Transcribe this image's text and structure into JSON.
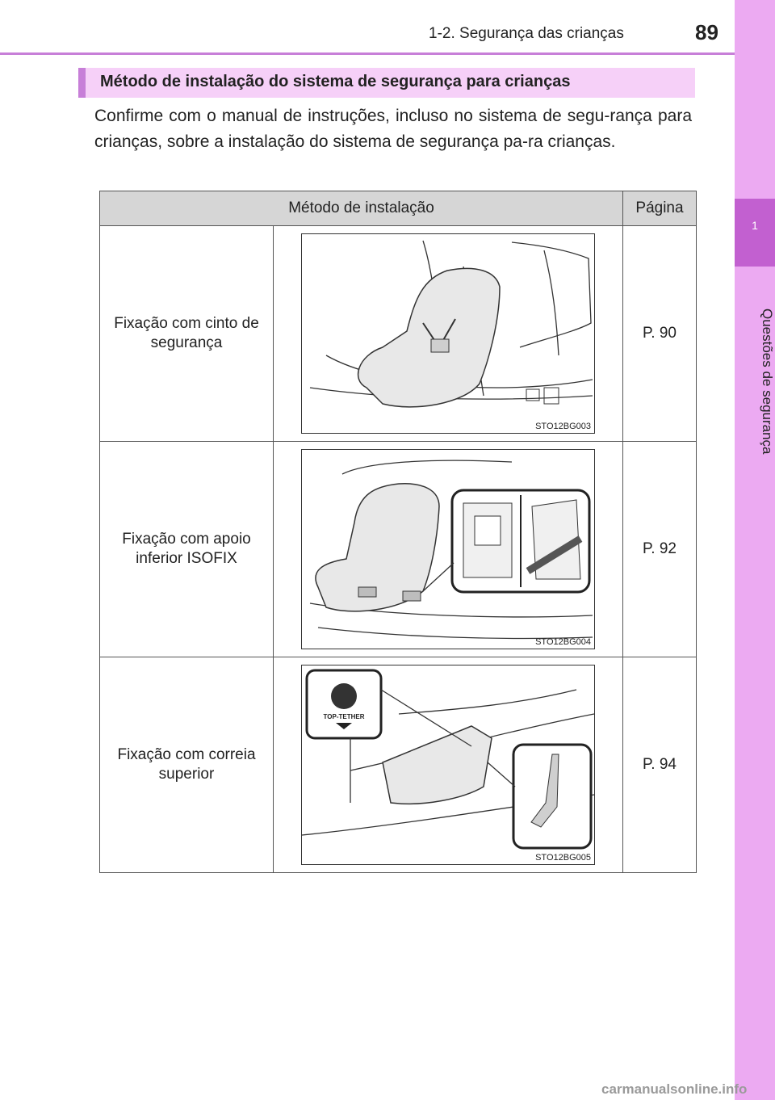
{
  "header": {
    "section": "1-2. Segurança das crianças",
    "page_number": "89"
  },
  "side_tab": {
    "chapter": "1",
    "label": "Questões de segurança"
  },
  "section_title": "Método de instalação do sistema de segurança para crianças",
  "intro": "Confirme com o manual de instruções, incluso no sistema de segu-rança para crianças, sobre a instalação do sistema de segurança pa-ra crianças.",
  "table": {
    "headers": [
      "Método de instalação",
      "Página"
    ],
    "rows": [
      {
        "method": "Fixação com cinto de segurança",
        "figure": "STO12BG003",
        "page": "P. 90"
      },
      {
        "method": "Fixação com apoio inferior ISOFIX",
        "figure": "STO12BG004",
        "page": "P. 92"
      },
      {
        "method": "Fixação com correia superior",
        "figure": "STO12BG005",
        "page": "P. 94",
        "badge": "TOP-TETHER"
      }
    ]
  },
  "watermark": "carmanualsonline.info"
}
